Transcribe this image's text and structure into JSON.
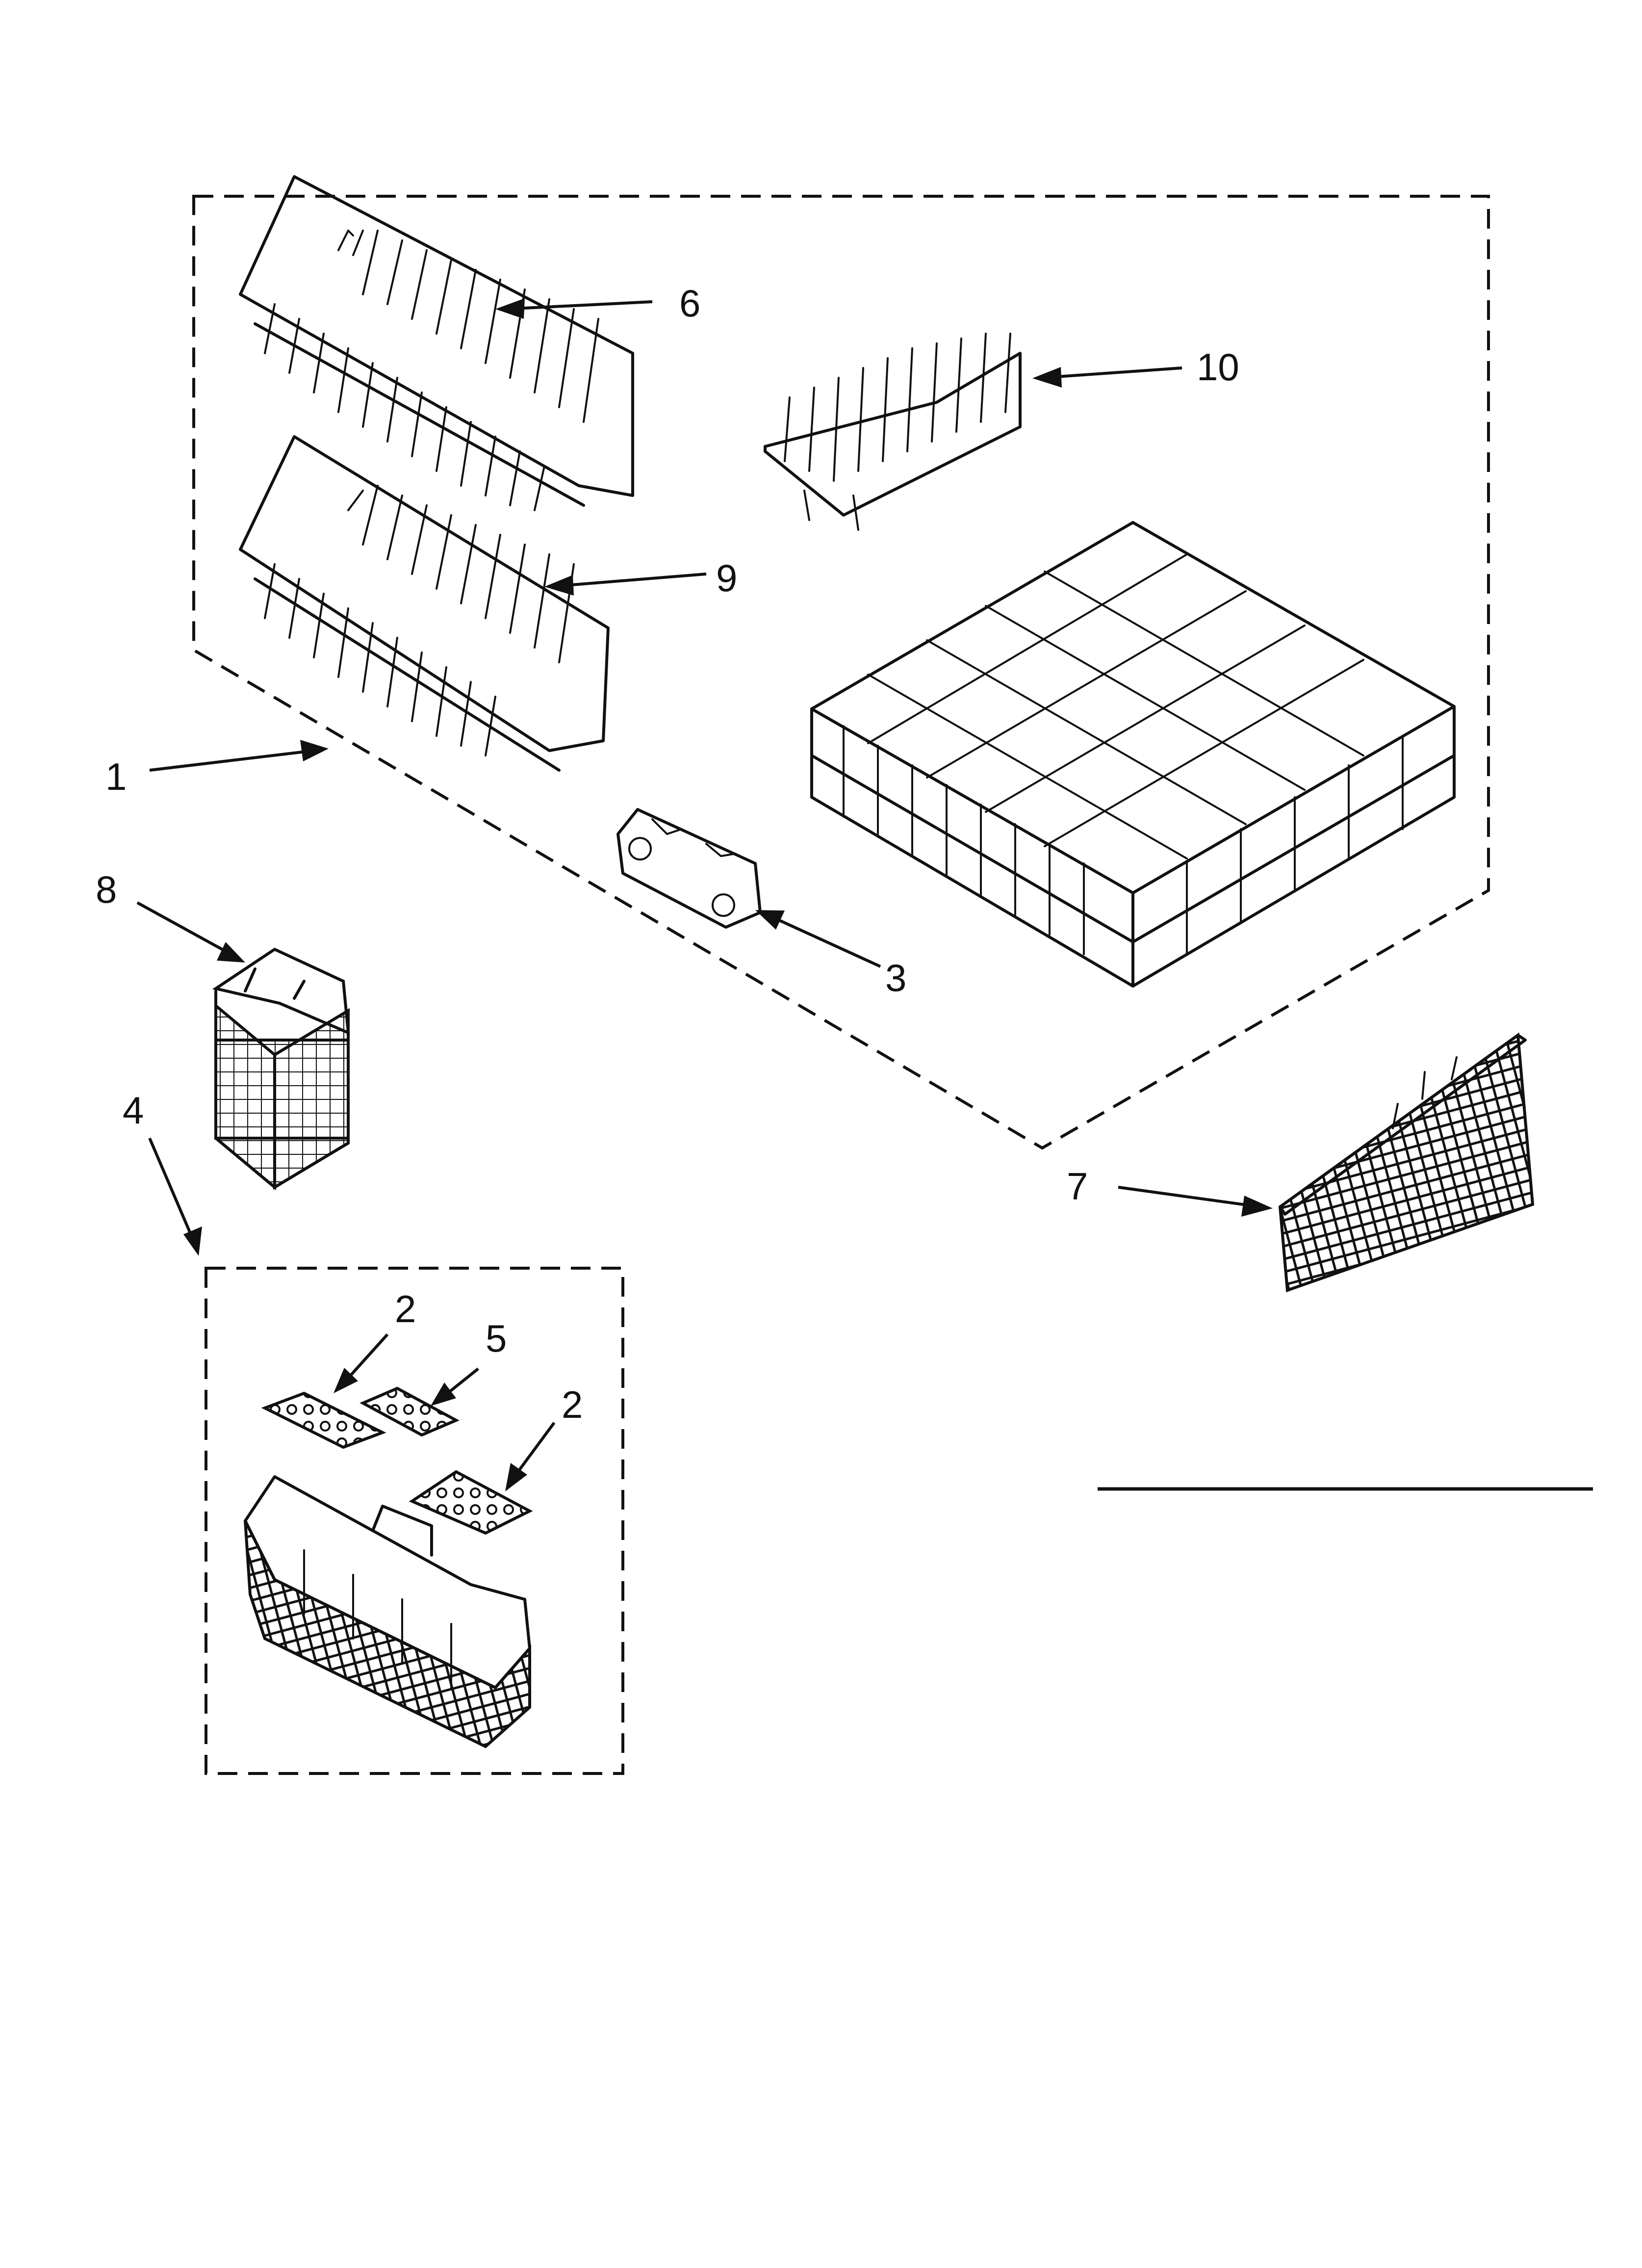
{
  "callouts": {
    "c1": "1",
    "c2a": "2",
    "c2b": "2",
    "c3": "3",
    "c4": "4",
    "c5": "5",
    "c6": "6",
    "c7": "7",
    "c8": "8",
    "c9": "9",
    "c10": "10"
  },
  "colors": {
    "line": "#111111",
    "background": "#ffffff"
  }
}
